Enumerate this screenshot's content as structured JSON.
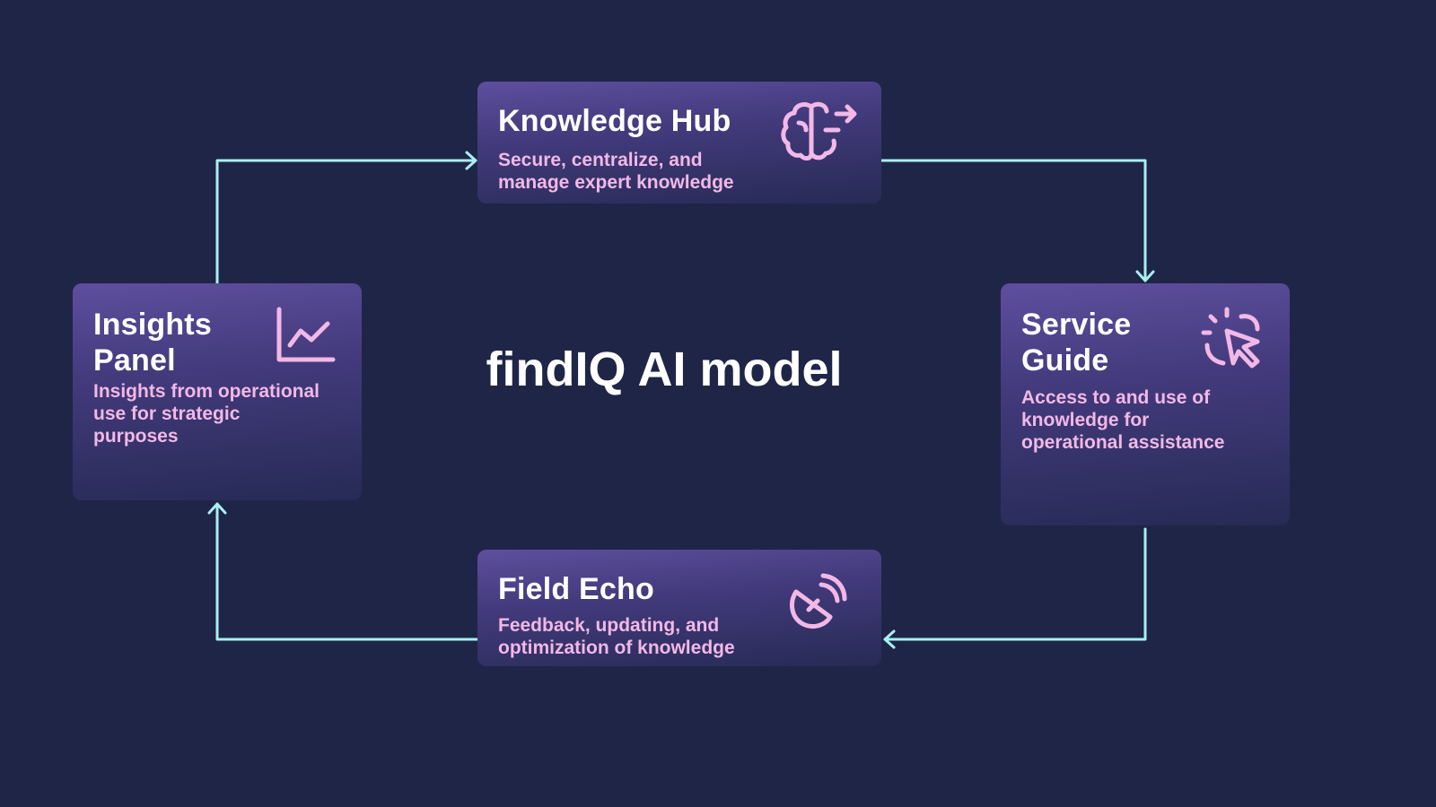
{
  "center": {
    "title": "findIQ AI model"
  },
  "cards": {
    "knowledge_hub": {
      "title": "Knowledge Hub",
      "description": "Secure, centralize, and\nmanage expert knowledge",
      "icon": "brain-arrow-icon"
    },
    "service_guide": {
      "title": "Service\nGuide",
      "description": "Access to and use of\nknowledge for\noperational assistance",
      "icon": "pointer-click-icon"
    },
    "field_echo": {
      "title": "Field Echo",
      "description": "Feedback, updating, and\noptimization of knowledge",
      "icon": "satellite-dish-icon"
    },
    "insights_panel": {
      "title": "Insights\nPanel",
      "description": "Insights from operational\nuse for strategic\npurposes",
      "icon": "line-chart-icon"
    }
  },
  "colors": {
    "background": "#1f2547",
    "connector": "#a8f0f0",
    "icon": "#f2b8e6",
    "title_text": "#ffffff",
    "description_text": "#f2b8e6"
  }
}
